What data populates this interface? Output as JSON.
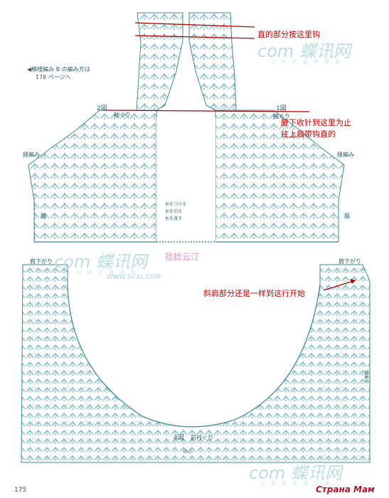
{
  "pattern_note": {
    "line1": "◀模様編み B の編み方は",
    "line2": "176 ページへ"
  },
  "figure_labels": {
    "fig2": "2図",
    "fig1": "1図",
    "fig4": "4図"
  },
  "edge_labels": {
    "armhole_left": "袖ぐり",
    "armhole_right": "袖ぐり",
    "shape_left": "縁編み",
    "shape_right": "縁編み",
    "side_left": "脇",
    "side_right": "脇",
    "front_drop_left": "肩下がり",
    "front_drop_right": "肩下がり",
    "front_neck": "前衿ぐり",
    "center": "中心",
    "edge_vertical": "縁編み"
  },
  "legend": {
    "item1": "糸をつける",
    "item2": "糸を切る",
    "item3": "糸を渡す"
  },
  "annotations": {
    "top": "直的部分按这里钩",
    "mid_line1": "腋下收针到这里为止",
    "mid_line2": "往上肩带钩直的",
    "lower": "斜肩部分还是一样到这行开始"
  },
  "watermarks": {
    "site": "com 蝶讯网",
    "site_sub": "让 时 尚 变 得 简 单",
    "url": "WWW.SXXL.COM",
    "logo_text": "捻捻云汀",
    "bottom_brand": "Страна Мам"
  },
  "page_number": "175",
  "colors": {
    "chart": "#3d8a94",
    "chart_light": "#7fbcc4",
    "annotation": "#c00000",
    "line": "#b00000"
  }
}
